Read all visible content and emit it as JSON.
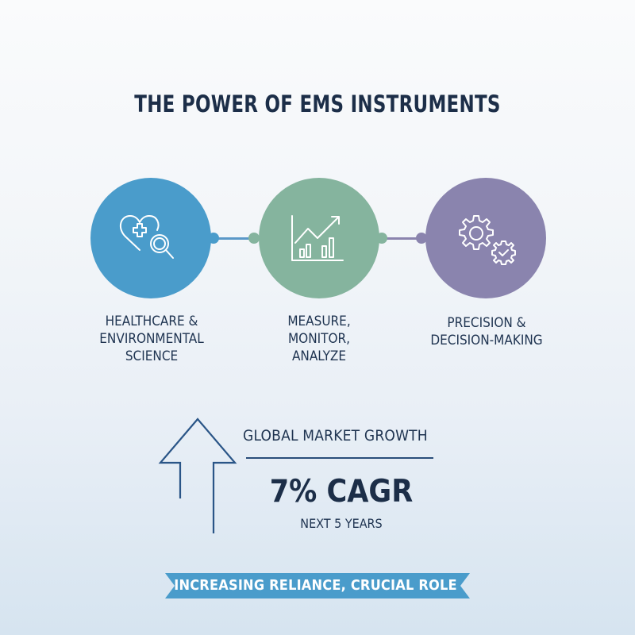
{
  "title": "THE POWER OF EMS INSTRUMENTS",
  "steps": [
    {
      "icon": "heart-medical-search-icon",
      "color": "#4a9ccb",
      "label_lines": [
        "HEALTHCARE &",
        "ENVIRONMENTAL",
        "SCIENCE"
      ]
    },
    {
      "icon": "growth-chart-icon",
      "color": "#85b49e",
      "label_lines": [
        "MEASURE,",
        "MONITOR,",
        "ANALYZE"
      ]
    },
    {
      "icon": "gears-check-icon",
      "color": "#8a84ae",
      "label_lines": [
        "PRECISION &",
        "DECISION-MAKING"
      ]
    }
  ],
  "growth": {
    "heading": "GLOBAL MARKET GROWTH",
    "value": "7% CAGR",
    "subtext": "NEXT 5 YEARS",
    "arrow_icon": "up-arrow-icon",
    "arrow_color": "#2a5587"
  },
  "banner": {
    "text": "INCREASING RELIANCE, CRUCIAL ROLE",
    "color": "#4a9ccb"
  }
}
